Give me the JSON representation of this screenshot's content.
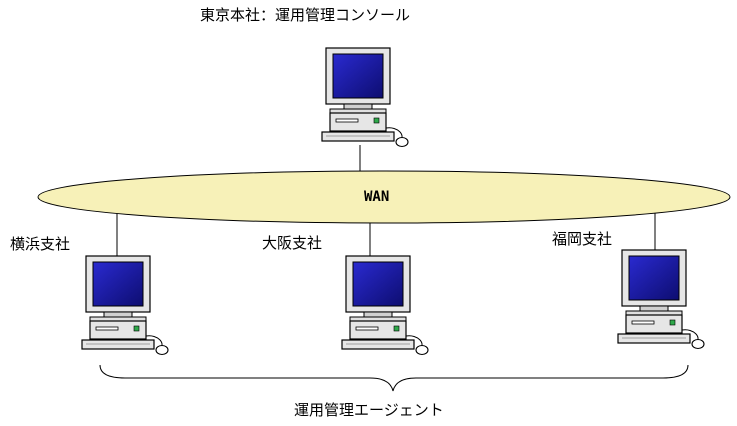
{
  "hq": {
    "label": "東京本社：運用管理コンソール"
  },
  "network": {
    "label": "WAN",
    "fill": "#f7f1b8"
  },
  "branches": [
    {
      "label": "横浜支社"
    },
    {
      "label": "大阪支社"
    },
    {
      "label": "福岡支社"
    }
  ],
  "group": {
    "label": "運用管理エージェント"
  },
  "colors": {
    "screen": "#1a1aa0",
    "monitor_frame": "#e6e6e6",
    "outline": "#000000"
  }
}
